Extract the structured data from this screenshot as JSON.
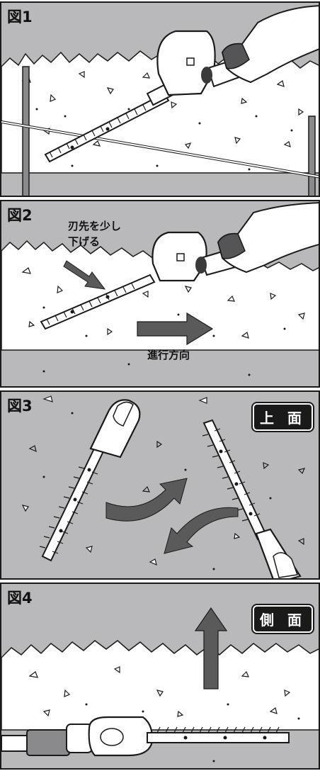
{
  "figures": [
    {
      "label": "図1"
    },
    {
      "label": "図2",
      "note_line1": "刃先を少し",
      "note_line2": "下げる",
      "direction_label": "進行方向"
    },
    {
      "label": "図3",
      "view_label": "上 面"
    },
    {
      "label": "図4",
      "view_label": "側 面"
    }
  ],
  "colors": {
    "panel_background": "#b9b9bb",
    "hedge_fill": "#ffffff",
    "outline": "#1a1a1a",
    "arrow": "#5a5a5a",
    "badge": "#1a1a1a"
  },
  "icons": [
    "hedge-trimmer-icon",
    "hand-icon",
    "hedge-icon",
    "arrow-icon",
    "string-line-icon",
    "post-icon"
  ]
}
